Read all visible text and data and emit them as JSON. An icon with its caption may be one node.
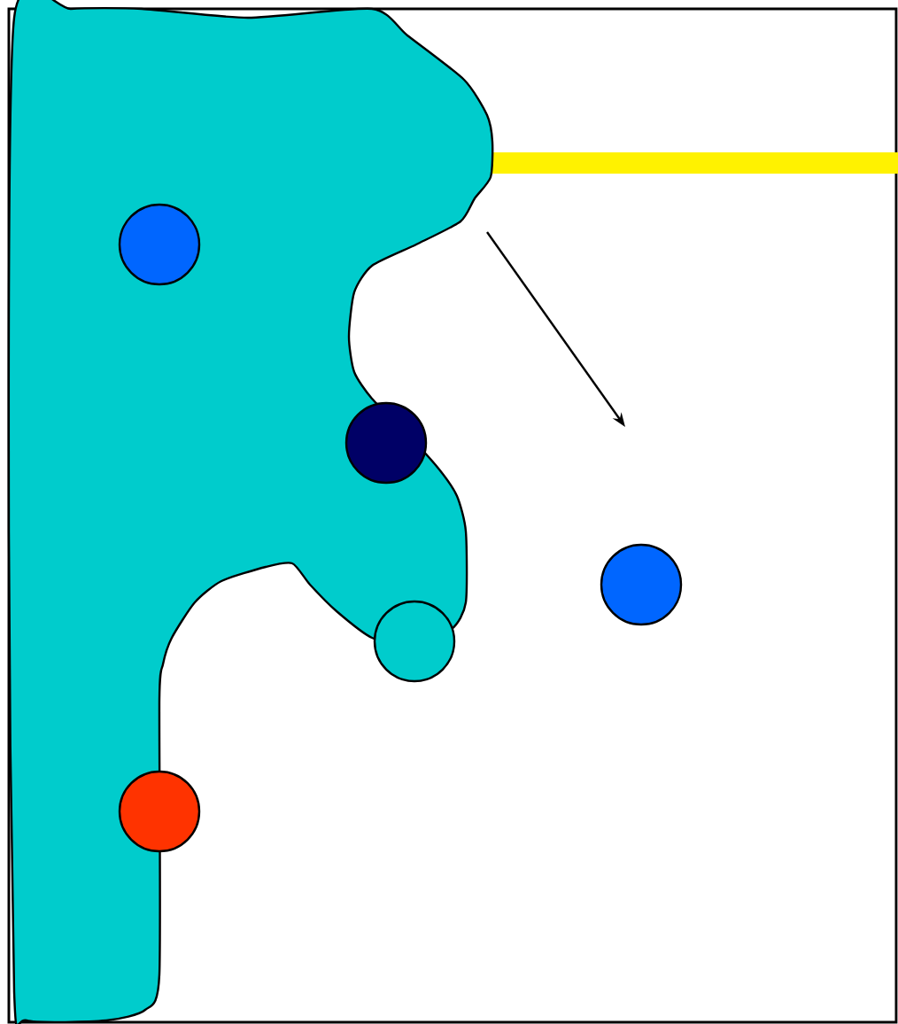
{
  "diagram": {
    "nodes": [
      {
        "text": [],
        "shape": "circle"
      },
      {
        "text": [],
        "shape": "circle"
      },
      {
        "text": [],
        "shape": "circle"
      },
      {
        "text": [],
        "shape": "circle"
      },
      {
        "text": [],
        "shape": "circle"
      }
    ]
  }
}
